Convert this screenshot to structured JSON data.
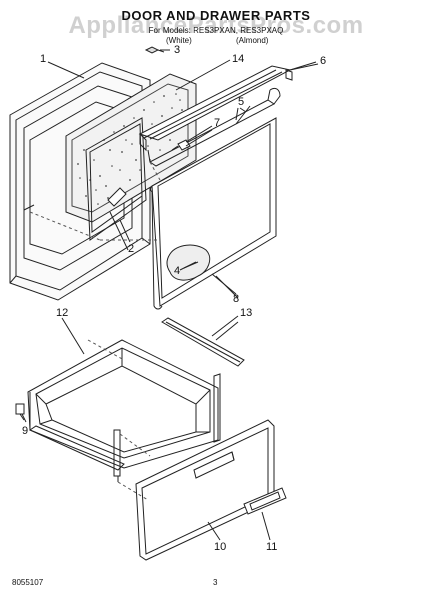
{
  "header": {
    "title": "DOOR AND DRAWER PARTS",
    "model_line": "For Models: RES3PXAN, RES3PXAQ",
    "variant_white": "(White)",
    "variant_almond": "(Almond)"
  },
  "watermark": "AppliancePartsPros.com",
  "callouts": [
    "1",
    "14",
    "3",
    "6",
    "5",
    "7",
    "2",
    "4",
    "8",
    "12",
    "13",
    "9",
    "10",
    "11"
  ],
  "footer": {
    "doc_number": "8055107",
    "page_number": "3"
  },
  "colors": {
    "line": "#222222",
    "insulation_fill": "#f2f2f2"
  }
}
